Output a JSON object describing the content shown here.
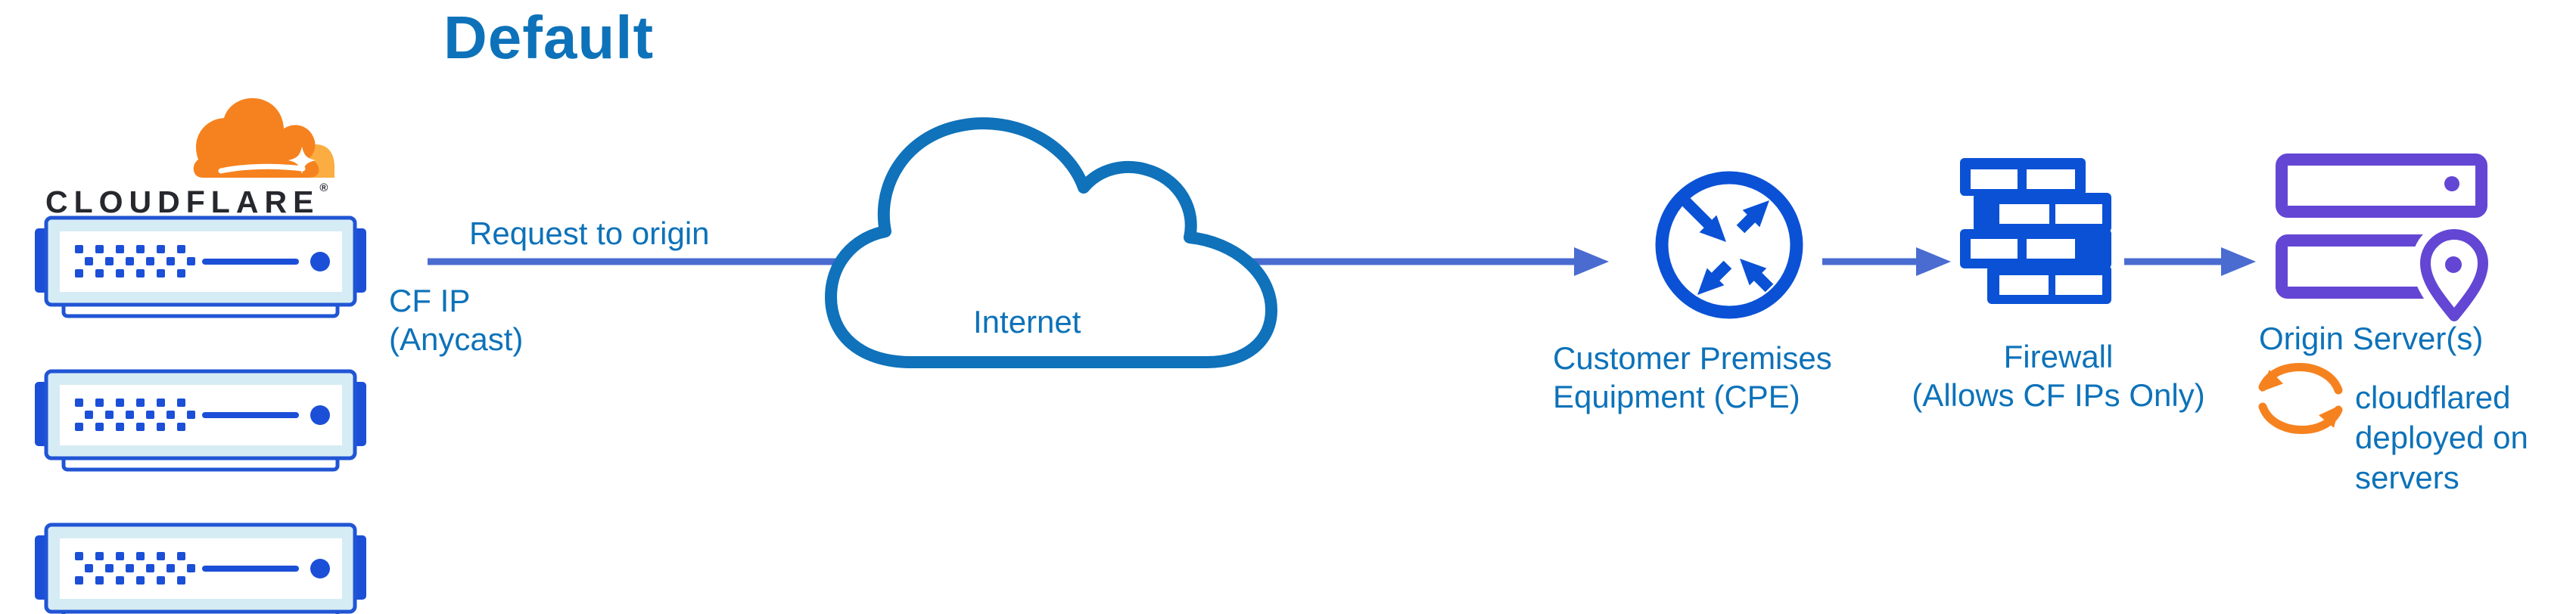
{
  "title": "Default",
  "brand": {
    "wordmark": "CLOUDFLARE",
    "registered": "®"
  },
  "labels": {
    "request": "Request to origin",
    "cf_ip_1": "CF IP",
    "cf_ip_2": "(Anycast)",
    "internet": "Internet",
    "cpe_1": "Customer Premises",
    "cpe_2": "Equipment (CPE)",
    "firewall_1": "Firewall",
    "firewall_2": "(Allows CF IPs Only)",
    "origin": "Origin Server(s)",
    "cloudflared_1": "cloudflared",
    "cloudflared_2": "deployed on",
    "cloudflared_3": "servers"
  },
  "icons": {
    "cloudflare_logo": "cloudflare-orange-cloud",
    "edge_servers": "server-stack-x3",
    "internet": "cloud-outline",
    "cpe": "router-circle-arrows",
    "firewall": "brick-wall",
    "origin": "stacked-servers-location-pin",
    "cloudflared": "sync-arrows"
  },
  "colors": {
    "label_blue": "#0d72b9",
    "arrow_blue": "#4a6cd1",
    "icon_blue": "#0b51d6",
    "server_stroke_blue": "#2055d4",
    "server_fill_blue": "#d6ecf4",
    "server_solid_blue": "#1b4fd7",
    "origin_purple": "#6446d4",
    "cloudflare_orange": "#f6821f",
    "cloudflare_orange_light": "#fbad41",
    "wordmark_ink": "#26282e",
    "background": "#ffffff"
  }
}
